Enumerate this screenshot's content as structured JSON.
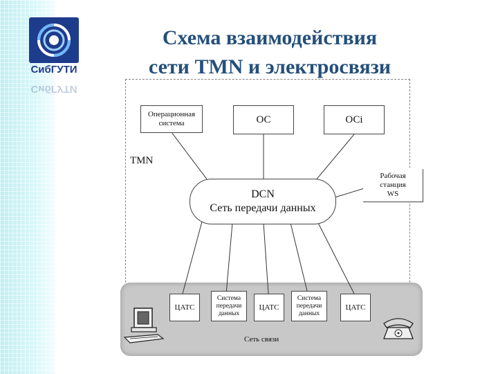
{
  "logo": {
    "name": "СибГУТИ",
    "reflection": "СибГУТИ"
  },
  "slide": {
    "title_line1": "Схема взаимодействия",
    "title_line2": "сети TMN и электросвязи"
  },
  "diagram": {
    "os_operational": [
      "Операционная",
      "система"
    ],
    "os": "ОС",
    "osi": "ОСi",
    "tmn_label": "TMN",
    "dcn_title": "DCN",
    "dcn_subtitle": "Сеть передачи данных",
    "workstation": [
      "Рабочая",
      "станция",
      "WS"
    ],
    "network_label": "Сеть связи",
    "bottom_nodes": [
      {
        "lines": [
          "ЦАТС"
        ]
      },
      {
        "lines": [
          "Система",
          "передачи",
          "данных"
        ]
      },
      {
        "lines": [
          "ЦАТС"
        ]
      },
      {
        "lines": [
          "Система",
          "передачи",
          "данных"
        ]
      },
      {
        "lines": [
          "ЦАТС"
        ]
      }
    ]
  }
}
